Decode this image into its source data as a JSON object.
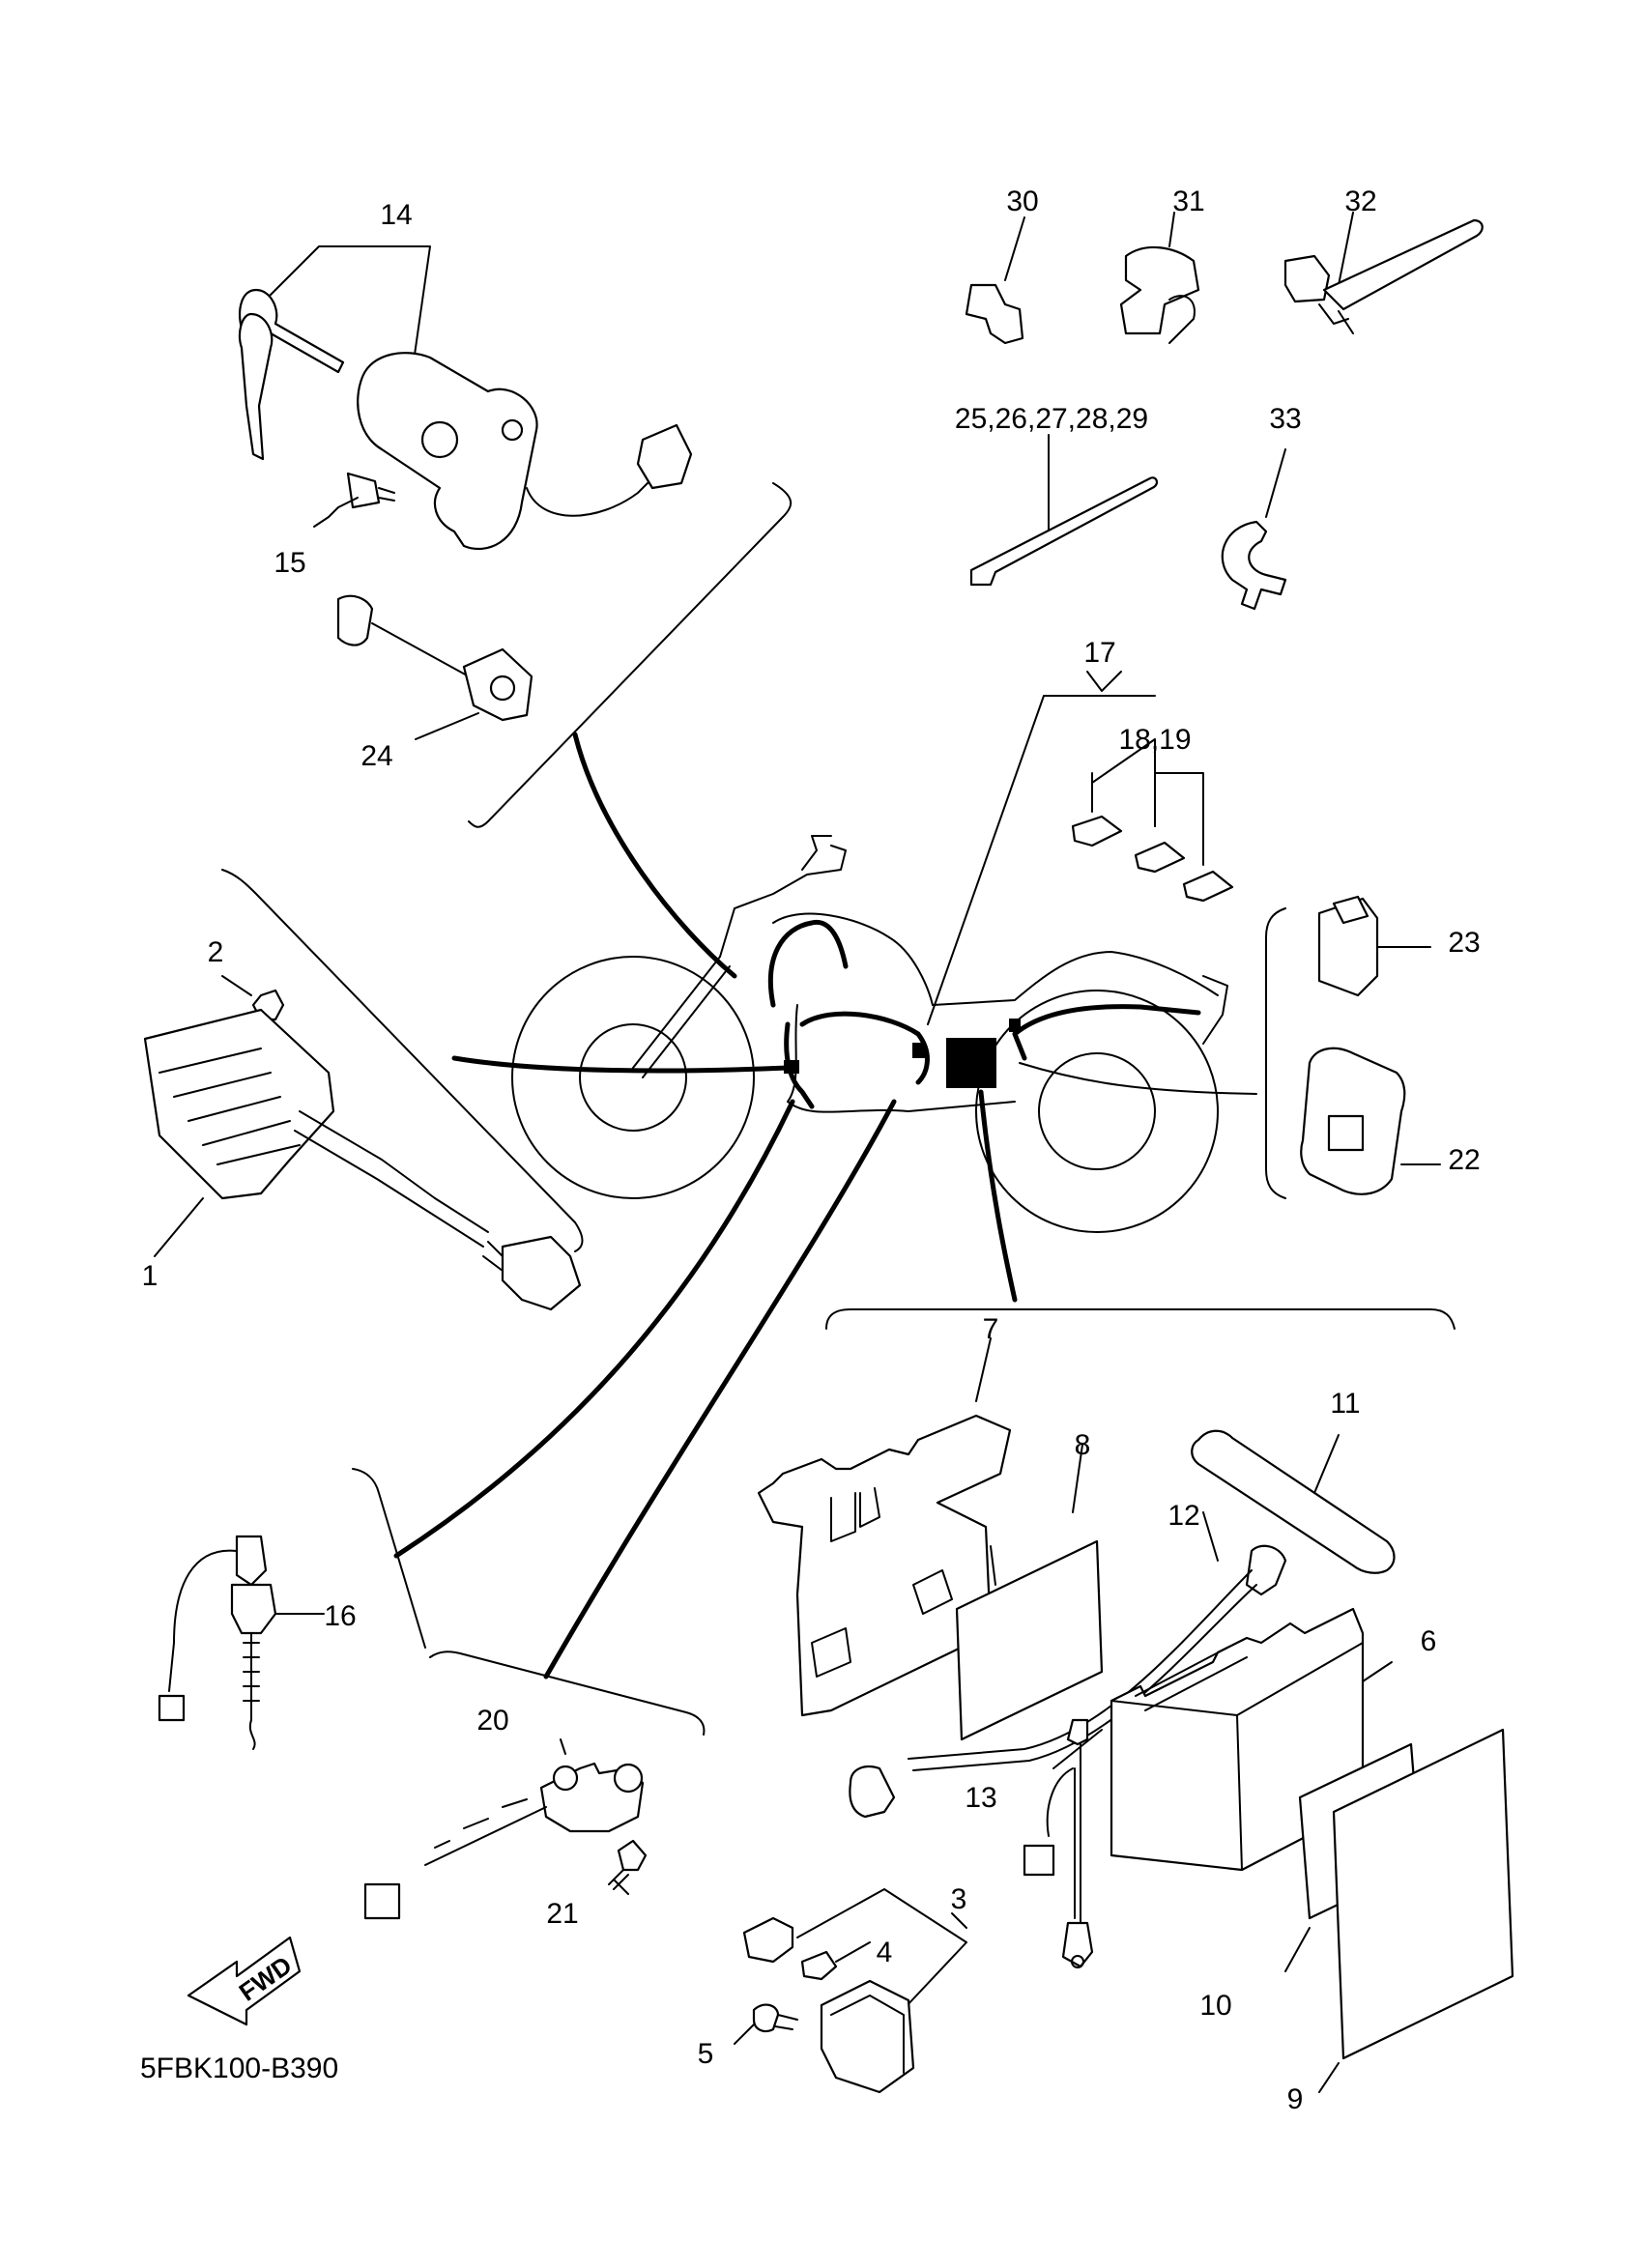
{
  "diagram": {
    "code": "5FBK100-B390",
    "fwd_label": "FWD",
    "callouts": {
      "c1": "1",
      "c2": "2",
      "c3": "3",
      "c4": "4",
      "c5": "5",
      "c6": "6",
      "c7": "7",
      "c8": "8",
      "c9": "9",
      "c10": "10",
      "c11": "11",
      "c12": "12",
      "c13": "13",
      "c14": "14",
      "c15": "15",
      "c16": "16",
      "c17": "17",
      "c18_19": "18,19",
      "c20": "20",
      "c21": "21",
      "c22": "22",
      "c23": "23",
      "c24": "24",
      "c25_29": "25,26,27,28,29",
      "c30": "30",
      "c31": "31",
      "c32": "32",
      "c33": "33"
    }
  }
}
